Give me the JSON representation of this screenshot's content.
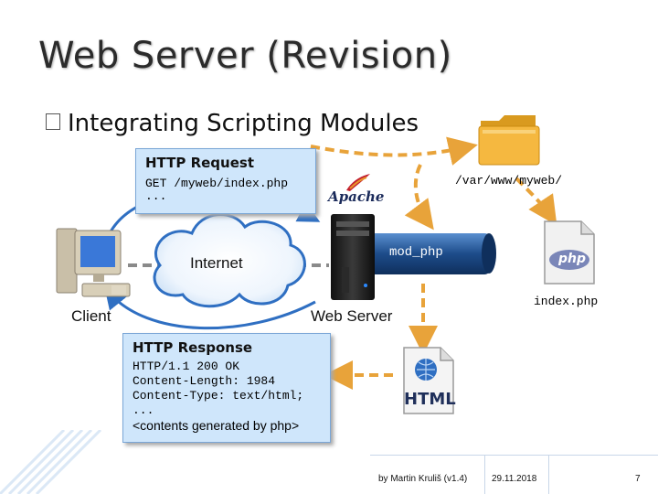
{
  "slide": {
    "title": "Web Server (Revision)",
    "bullet": "Integrating Scripting Modules"
  },
  "request_box": {
    "title": "HTTP Request",
    "line1": "GET /myweb/index.php",
    "line2": "..."
  },
  "response_box": {
    "title": "HTTP Response",
    "line1": "HTTP/1.1 200 OK",
    "line2": "Content-Length: 1984",
    "line3": "Content-Type: text/html;",
    "line4": "...",
    "line5": "<contents generated by php>"
  },
  "labels": {
    "path": "/var/www/myweb/",
    "internet": "Internet",
    "client": "Client",
    "web_server": "Web Server",
    "module": "mod_php",
    "file": "index.php",
    "apache": "Apache",
    "php_icon": "php",
    "html_icon": "HTML"
  },
  "footer": {
    "author": "by Martin Kruliš (v1.4)",
    "date": "29.11.2018",
    "page": "7"
  },
  "icons": [
    "computer-icon",
    "cloud-icon",
    "server-icon",
    "folder-icon",
    "php-file-icon",
    "html-file-icon",
    "apache-logo"
  ],
  "colors": {
    "arrow_orange": "#e8a33a",
    "arrow_blue": "#2f6fc2",
    "cable_dark": "#1f4f8a",
    "box_fill": "#cfe6fb"
  }
}
